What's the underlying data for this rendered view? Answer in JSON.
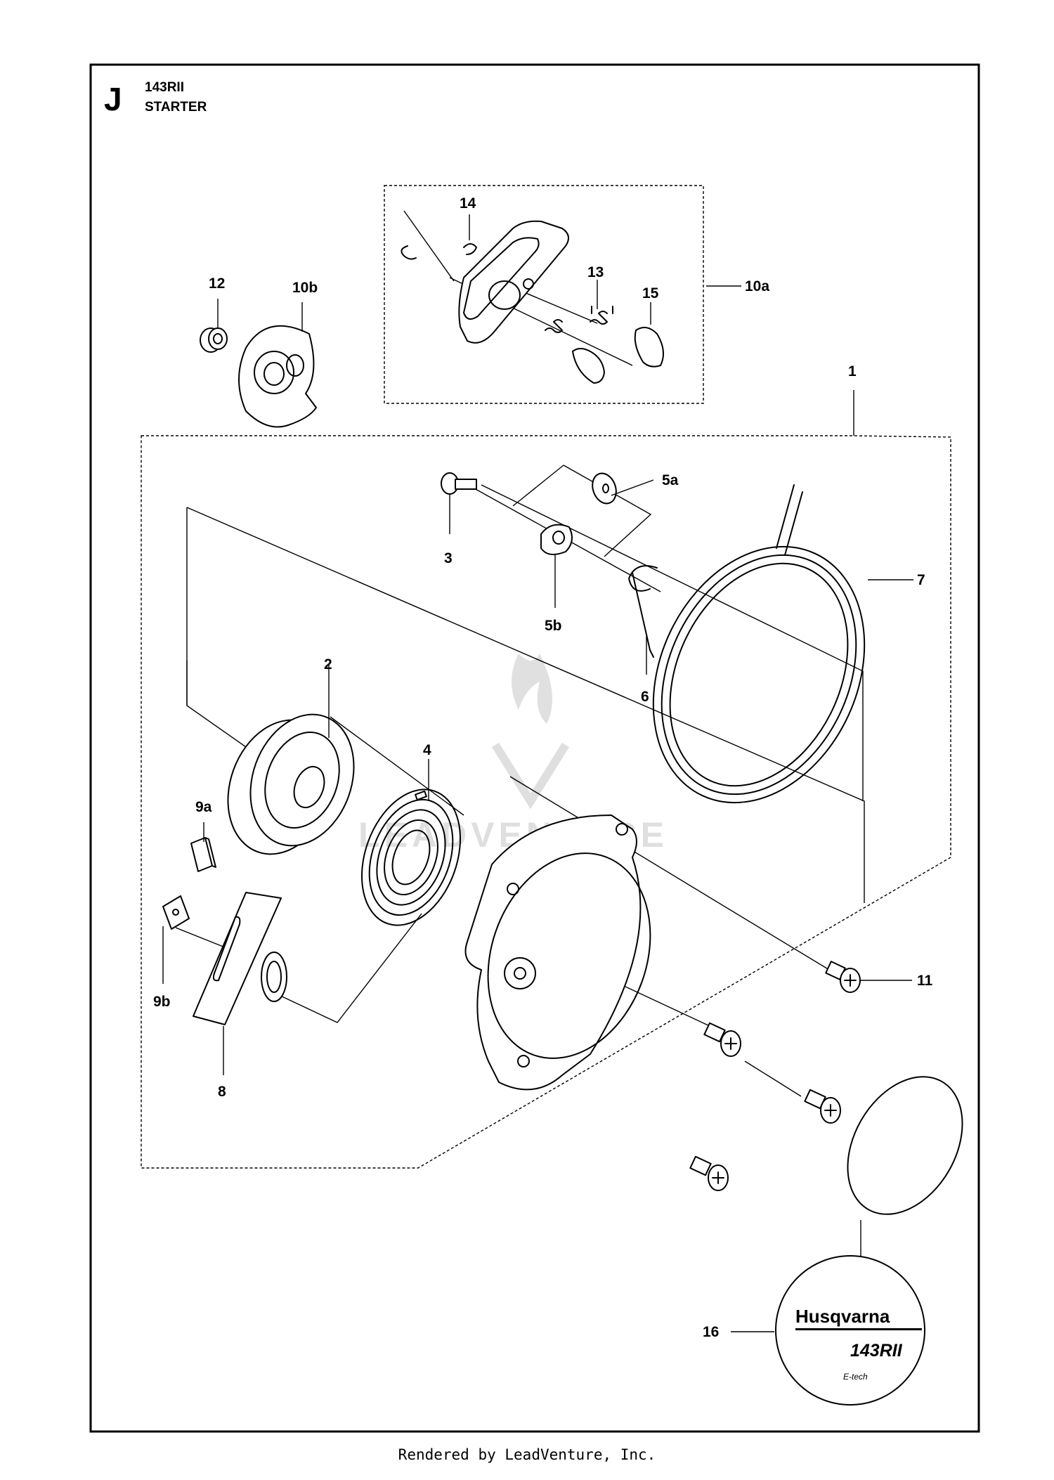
{
  "section": {
    "letter": "J",
    "model": "143RII",
    "title": "STARTER"
  },
  "callouts": {
    "c1": "1",
    "c2": "2",
    "c3": "3",
    "c4": "4",
    "c5a": "5a",
    "c5b": "5b",
    "c6": "6",
    "c7": "7",
    "c8": "8",
    "c9a": "9a",
    "c9b": "9b",
    "c10a": "10a",
    "c10b": "10b",
    "c11": "11",
    "c12": "12",
    "c13": "13",
    "c14": "14",
    "c15": "15",
    "c16": "16"
  },
  "decal": {
    "brand": "Husqvarna",
    "model": "143RII",
    "tag": "E-tech"
  },
  "watermark": "LEADVENTURE",
  "footer": "Rendered by LeadVenture, Inc."
}
